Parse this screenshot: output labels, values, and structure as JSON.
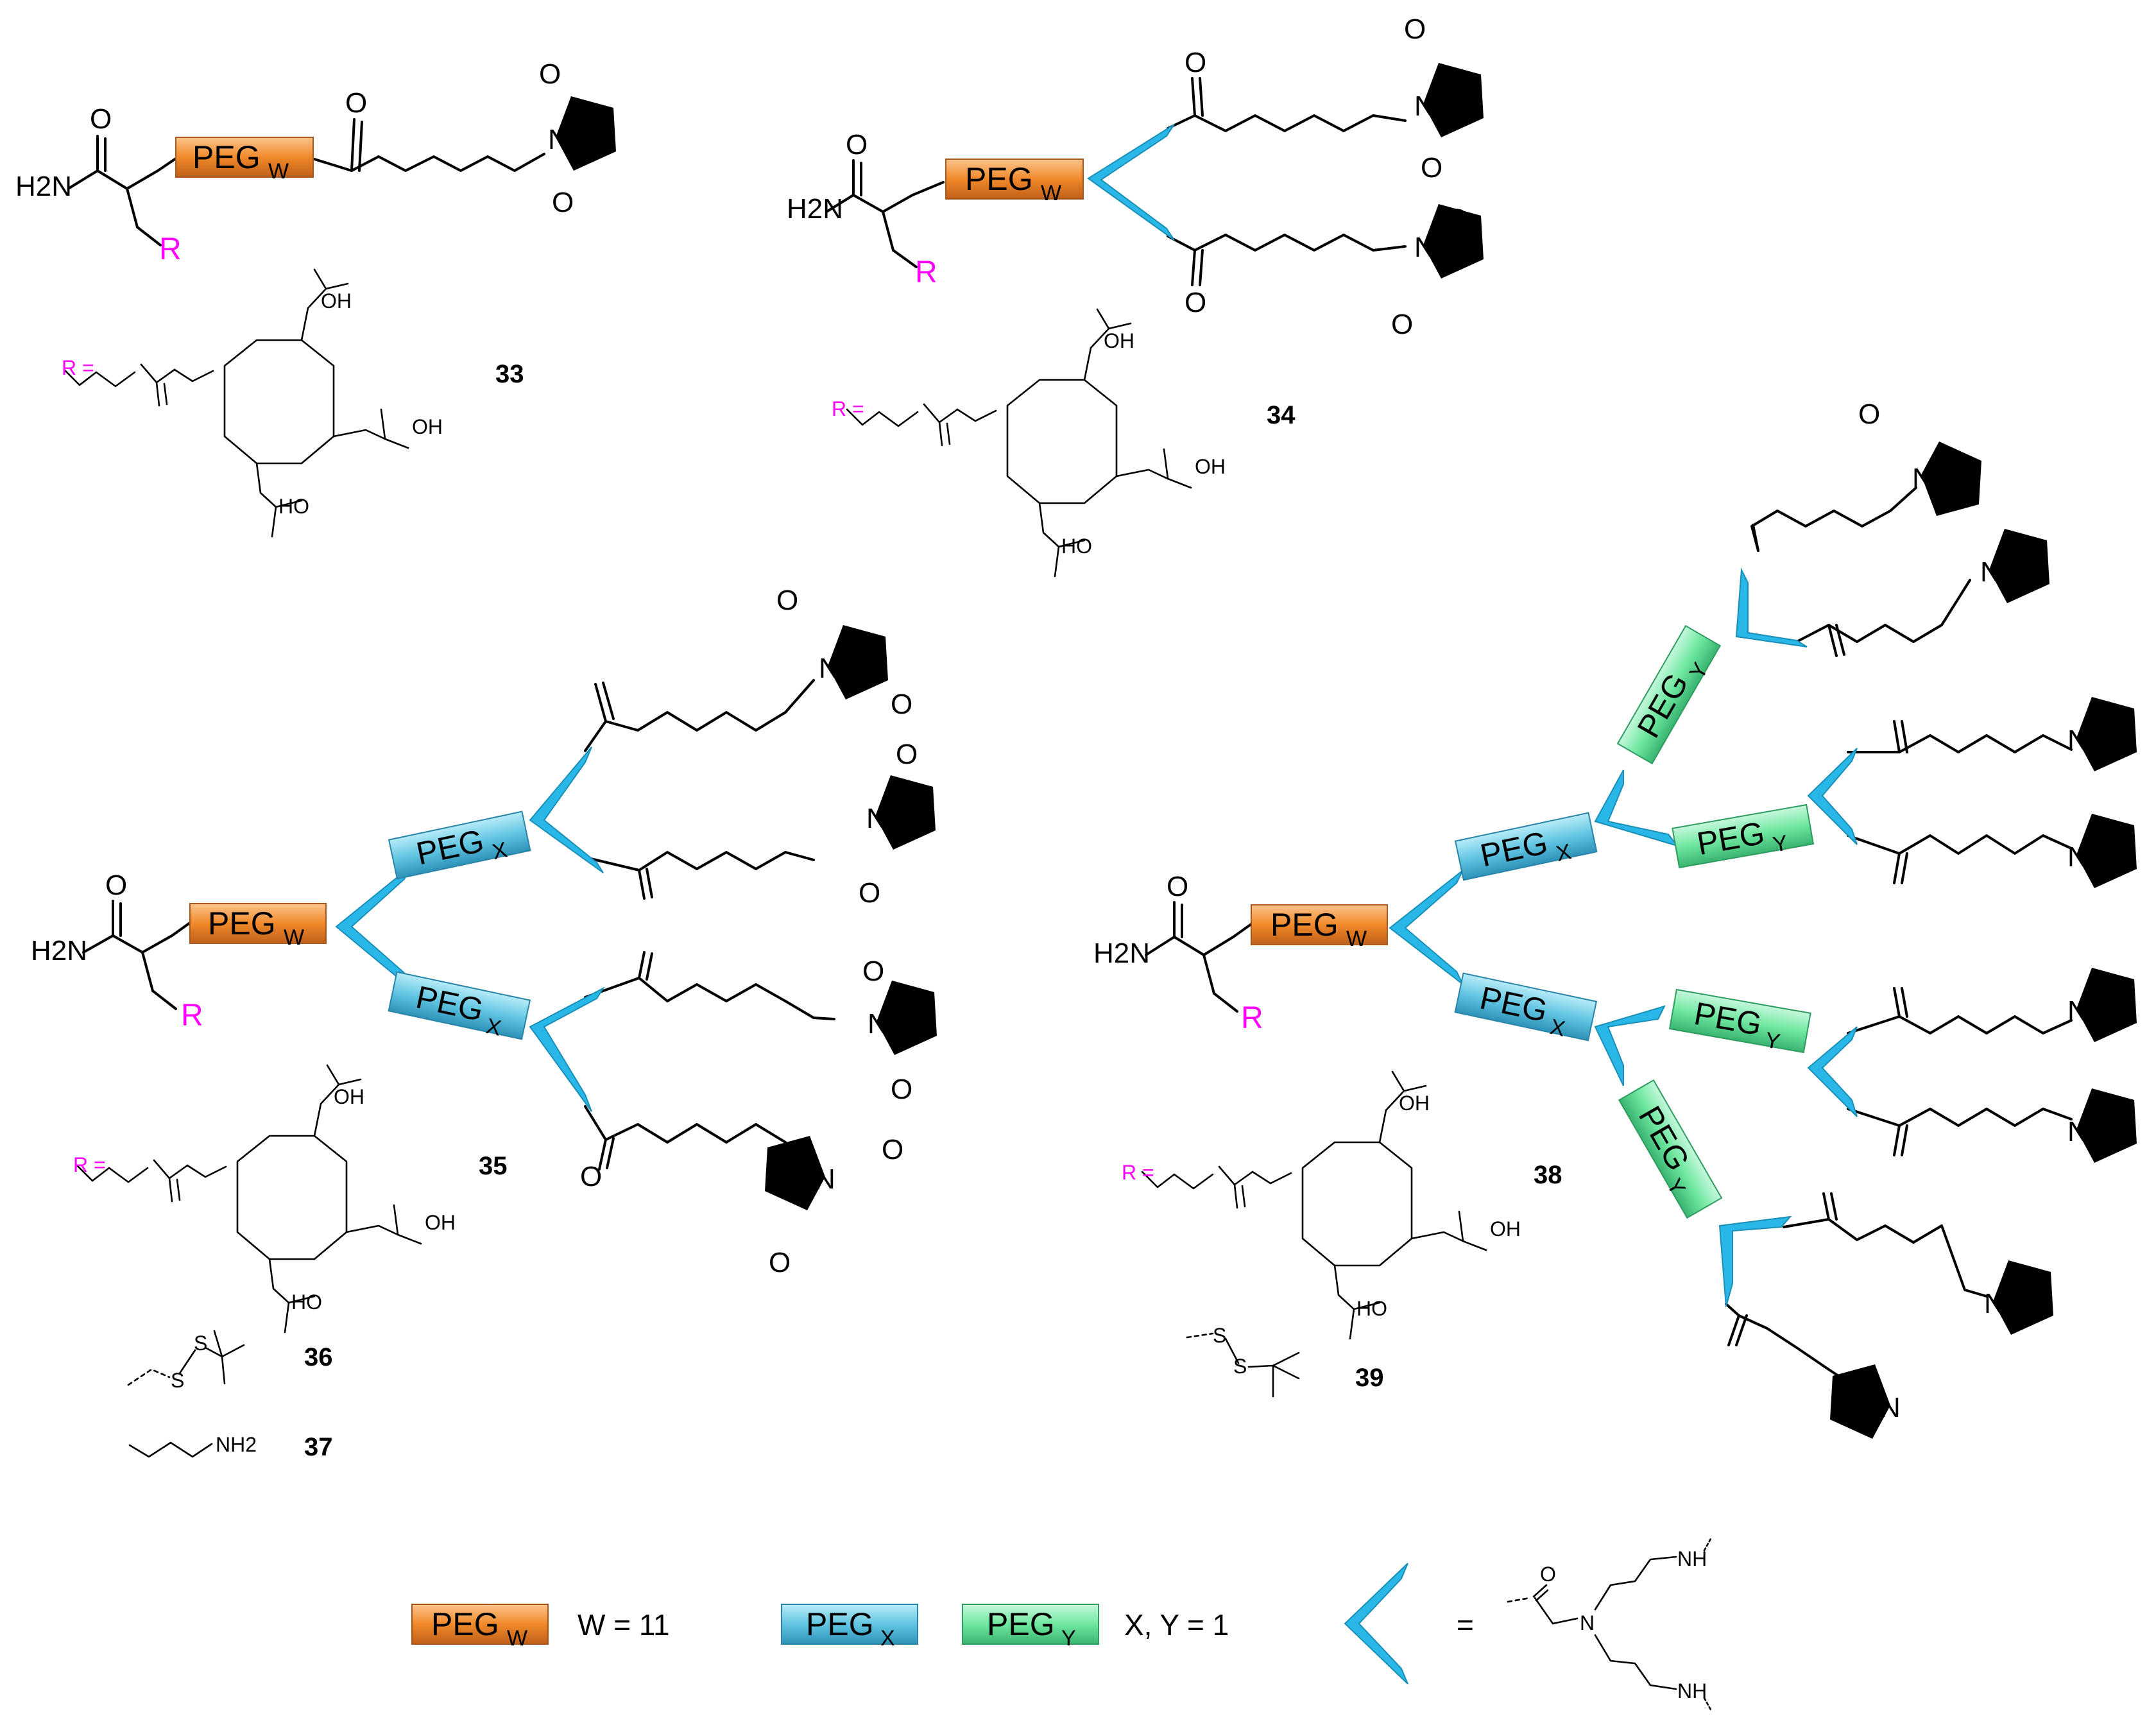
{
  "atoms": {
    "amide": "H2N",
    "oxygen": "O",
    "nitrogen": "N",
    "r_group": "R",
    "r_equals": "R =",
    "hydroxyl_left": "HO",
    "hydroxyl_right": "OH",
    "sulfur": "S",
    "nh": "NH",
    "nh2": "NH2"
  },
  "peg_blocks": {
    "w": {
      "label": "PEG",
      "subscript": "W",
      "color": "#f0892a"
    },
    "x": {
      "label": "PEG",
      "subscript": "X",
      "color": "#62c5e2"
    },
    "y": {
      "label": "PEG",
      "subscript": "Y",
      "color": "#6fe7a0"
    }
  },
  "branch_color": "#29b7e8",
  "r_color": "#ff00ff",
  "compounds": [
    "33",
    "34",
    "35",
    "36",
    "37",
    "38",
    "39"
  ],
  "legend": {
    "w_value": "W = 11",
    "xy_value": "X, Y = 1",
    "equals": "="
  }
}
